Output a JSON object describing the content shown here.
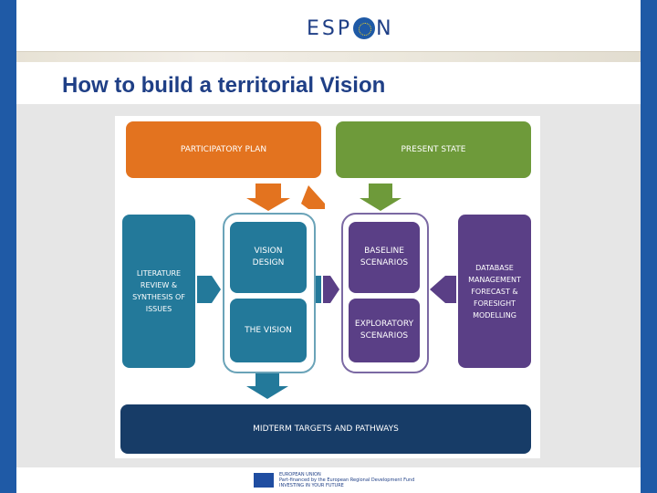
{
  "header": {
    "logo_text_left": "ESP",
    "logo_text_right": "N"
  },
  "slide": {
    "title": "How to build a territorial Vision"
  },
  "diagram": {
    "participatory_plan": "PARTICIPATORY PLAN",
    "present_state": "PRESENT STATE",
    "literature_review": "LITERATURE REVIEW & SYNTHESIS OF ISSUES",
    "vision_design": "VISION DESIGN",
    "the_vision": "THE VISION",
    "baseline_scenarios": "BASELINE SCENARIOS",
    "exploratory_scenarios": "EXPLORATORY SCENARIOS",
    "database_management": "DATABASE MANAGEMENT FORECAST & FORESIGHT MODELLING",
    "midterm_targets": "MIDTERM TARGETS AND PATHWAYS"
  },
  "footer": {
    "eu_text": "EUROPEAN UNION\nPart-financed by the European Regional Development Fund\nINVESTING IN YOUR FUTURE"
  },
  "colors": {
    "brand_blue": "#1f5aa6",
    "title_blue": "#1f3f86",
    "orange": "#e3731f",
    "green": "#6e9a3a",
    "teal": "#23799a",
    "purple": "#5a3f86",
    "navy": "#173c67"
  }
}
